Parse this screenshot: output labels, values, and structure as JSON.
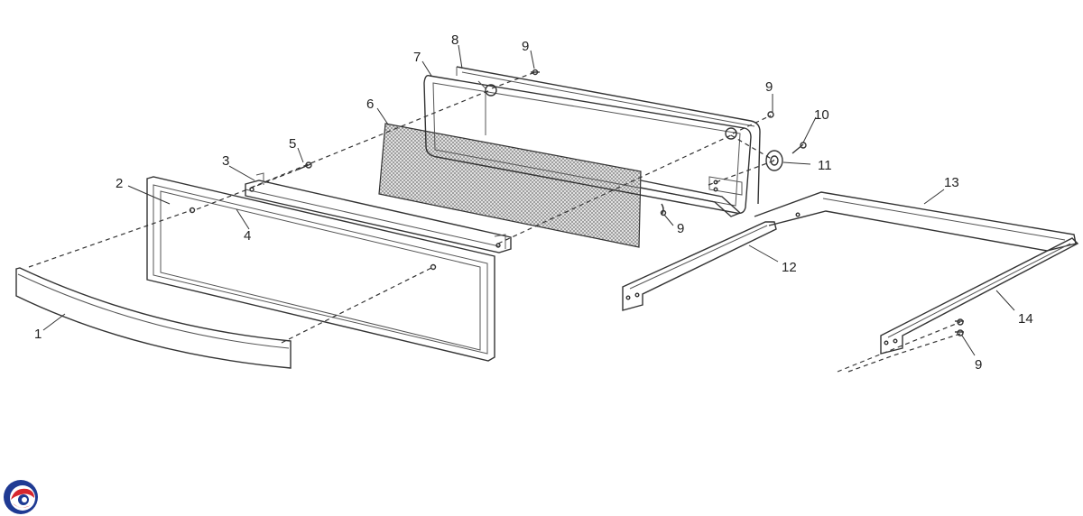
{
  "callouts": [
    {
      "id": "c1",
      "text": "1"
    },
    {
      "id": "c2",
      "text": "2"
    },
    {
      "id": "c3",
      "text": "3"
    },
    {
      "id": "c4",
      "text": "4"
    },
    {
      "id": "c5",
      "text": "5"
    },
    {
      "id": "c6",
      "text": "6"
    },
    {
      "id": "c7",
      "text": "7"
    },
    {
      "id": "c8",
      "text": "8"
    },
    {
      "id": "c9a",
      "text": "9"
    },
    {
      "id": "c9b",
      "text": "9"
    },
    {
      "id": "c9c",
      "text": "9"
    },
    {
      "id": "c9d",
      "text": "9"
    },
    {
      "id": "c10",
      "text": "10"
    },
    {
      "id": "c11",
      "text": "11"
    },
    {
      "id": "c12",
      "text": "12"
    },
    {
      "id": "c13",
      "text": "13"
    },
    {
      "id": "c14",
      "text": "14"
    }
  ],
  "logo": {
    "icon": "brand-swirl-icon",
    "colors": [
      "#1f3a93",
      "#d7262e"
    ]
  }
}
